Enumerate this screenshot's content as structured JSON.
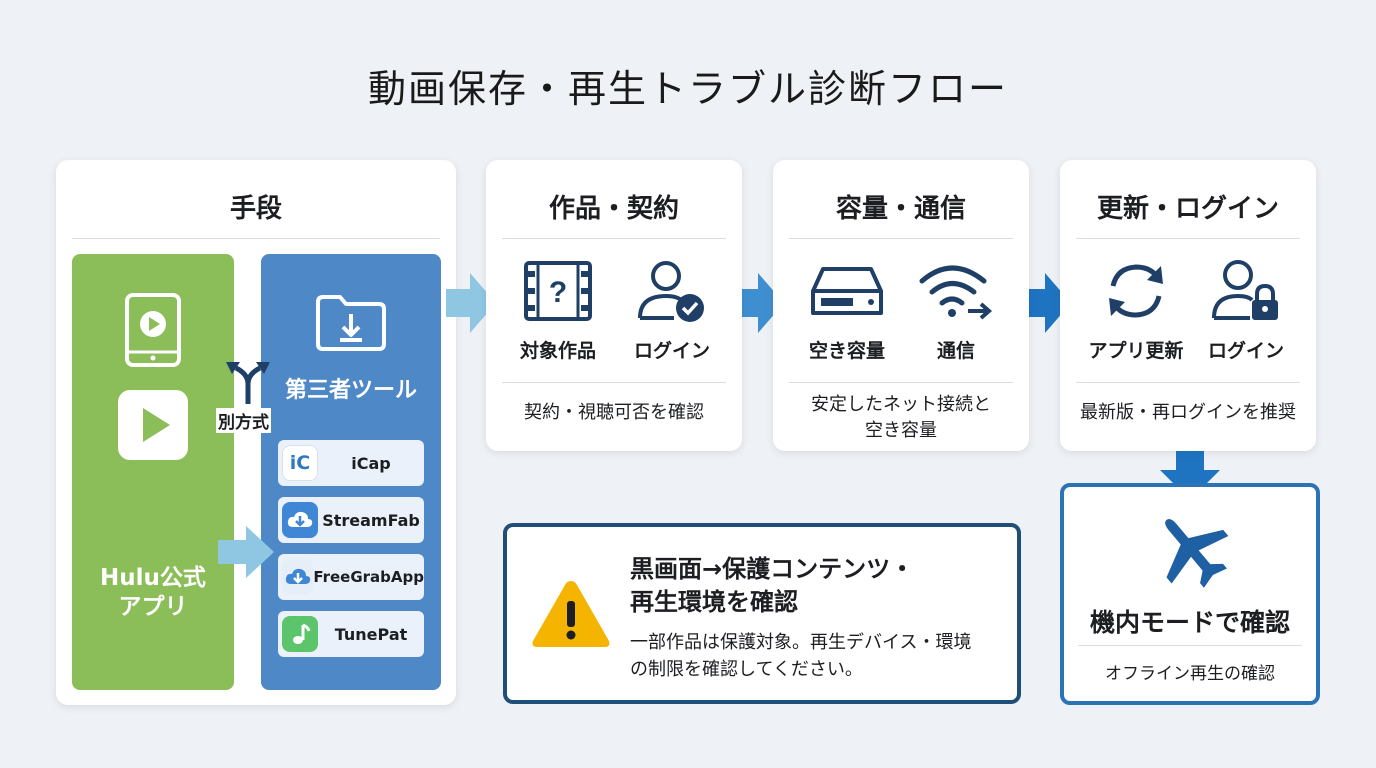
{
  "title": "動画保存・再生トラブル診断フロー",
  "methods": {
    "heading": "手段",
    "official_app_label": "Hulu公式\nアプリ",
    "alt_method_label": "別方式",
    "third_party_label": "第三者ツール",
    "tools": [
      {
        "name": "iCap",
        "icon": "ic-logo-icon"
      },
      {
        "name": "StreamFab",
        "icon": "cloud-download-icon"
      },
      {
        "name": "FreeGrabApp",
        "icon": "cloud-download-icon"
      },
      {
        "name": "TunePat",
        "icon": "music-note-icon"
      }
    ]
  },
  "stages": [
    {
      "heading": "作品・契約",
      "items": [
        {
          "label": "対象作品",
          "icon": "film-question-icon"
        },
        {
          "label": "ログイン",
          "icon": "user-check-icon"
        }
      ],
      "note": "契約・視聴可否を確認"
    },
    {
      "heading": "容量・通信",
      "items": [
        {
          "label": "空き容量",
          "icon": "storage-drive-icon"
        },
        {
          "label": "通信",
          "icon": "wifi-icon"
        }
      ],
      "note_line1": "安定したネット接続と",
      "note_line2": "空き容量"
    },
    {
      "heading": "更新・ログイン",
      "items": [
        {
          "label": "アプリ更新",
          "icon": "refresh-icon"
        },
        {
          "label": "ログイン",
          "icon": "user-lock-icon"
        }
      ],
      "note": "最新版・再ログインを推奨"
    }
  ],
  "warning": {
    "title_line1": "黒画面→保護コンテンツ・",
    "title_line2": "再生環境を確認",
    "body_line1": "一部作品は保護対象。再生デバイス・環境",
    "body_line2": "の制限を確認してください。",
    "icon": "warning-icon"
  },
  "airplane": {
    "title": "機内モードで確認",
    "note": "オフライン再生の確認",
    "icon": "airplane-icon"
  },
  "colors": {
    "green": "#8bbd58",
    "blue_panel": "#4f88c6",
    "arrow_light": "#8fc7e3",
    "arrow_mid": "#3f8fd0",
    "arrow_dark": "#1f74c2",
    "dark_navy": "#1f4e79",
    "warning_yellow": "#f4b400"
  }
}
